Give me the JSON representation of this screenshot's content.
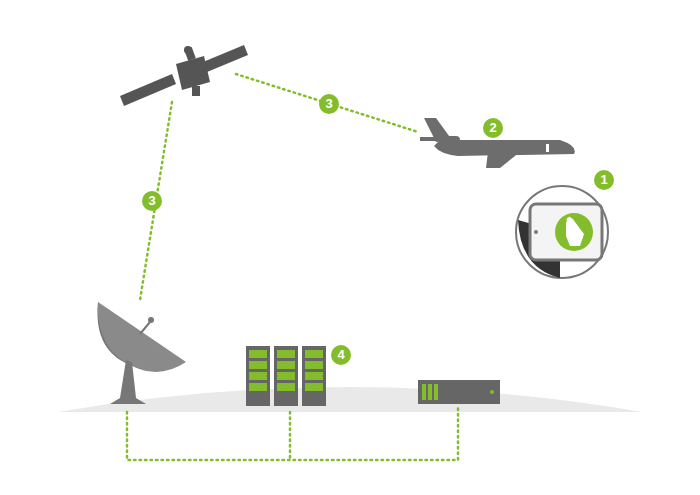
{
  "diagram": {
    "labels": [
      "3",
      "2",
      "1",
      "3",
      "4"
    ]
  }
}
